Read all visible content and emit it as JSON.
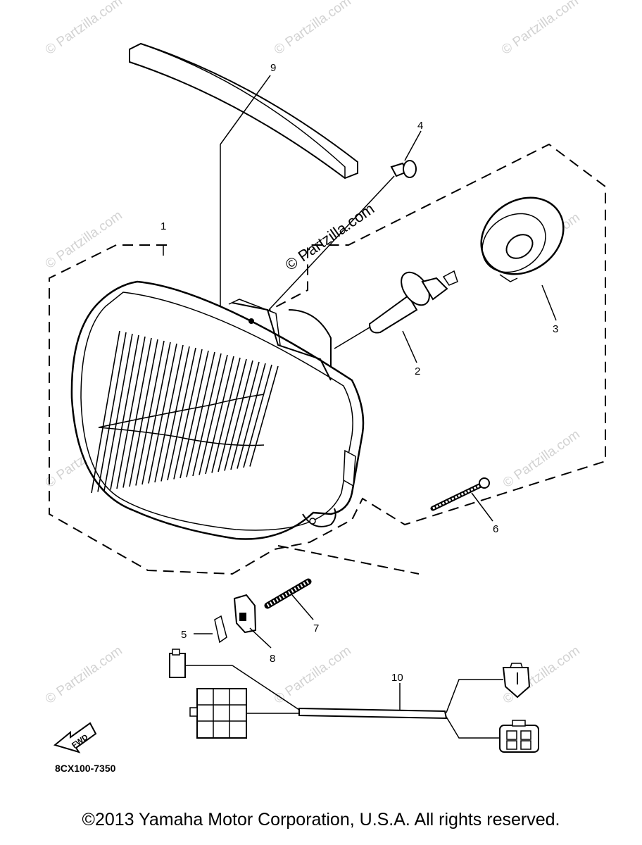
{
  "callouts": [
    "9",
    "4",
    "1",
    "3",
    "2",
    "6",
    "7",
    "5",
    "8",
    "10"
  ],
  "watermark": "© Partzilla.com",
  "fwd_label": "FWD",
  "part_code": "8CX100-7350",
  "copyright": "©2013 Yamaha Motor Corporation, U.S.A. All rights reserved."
}
